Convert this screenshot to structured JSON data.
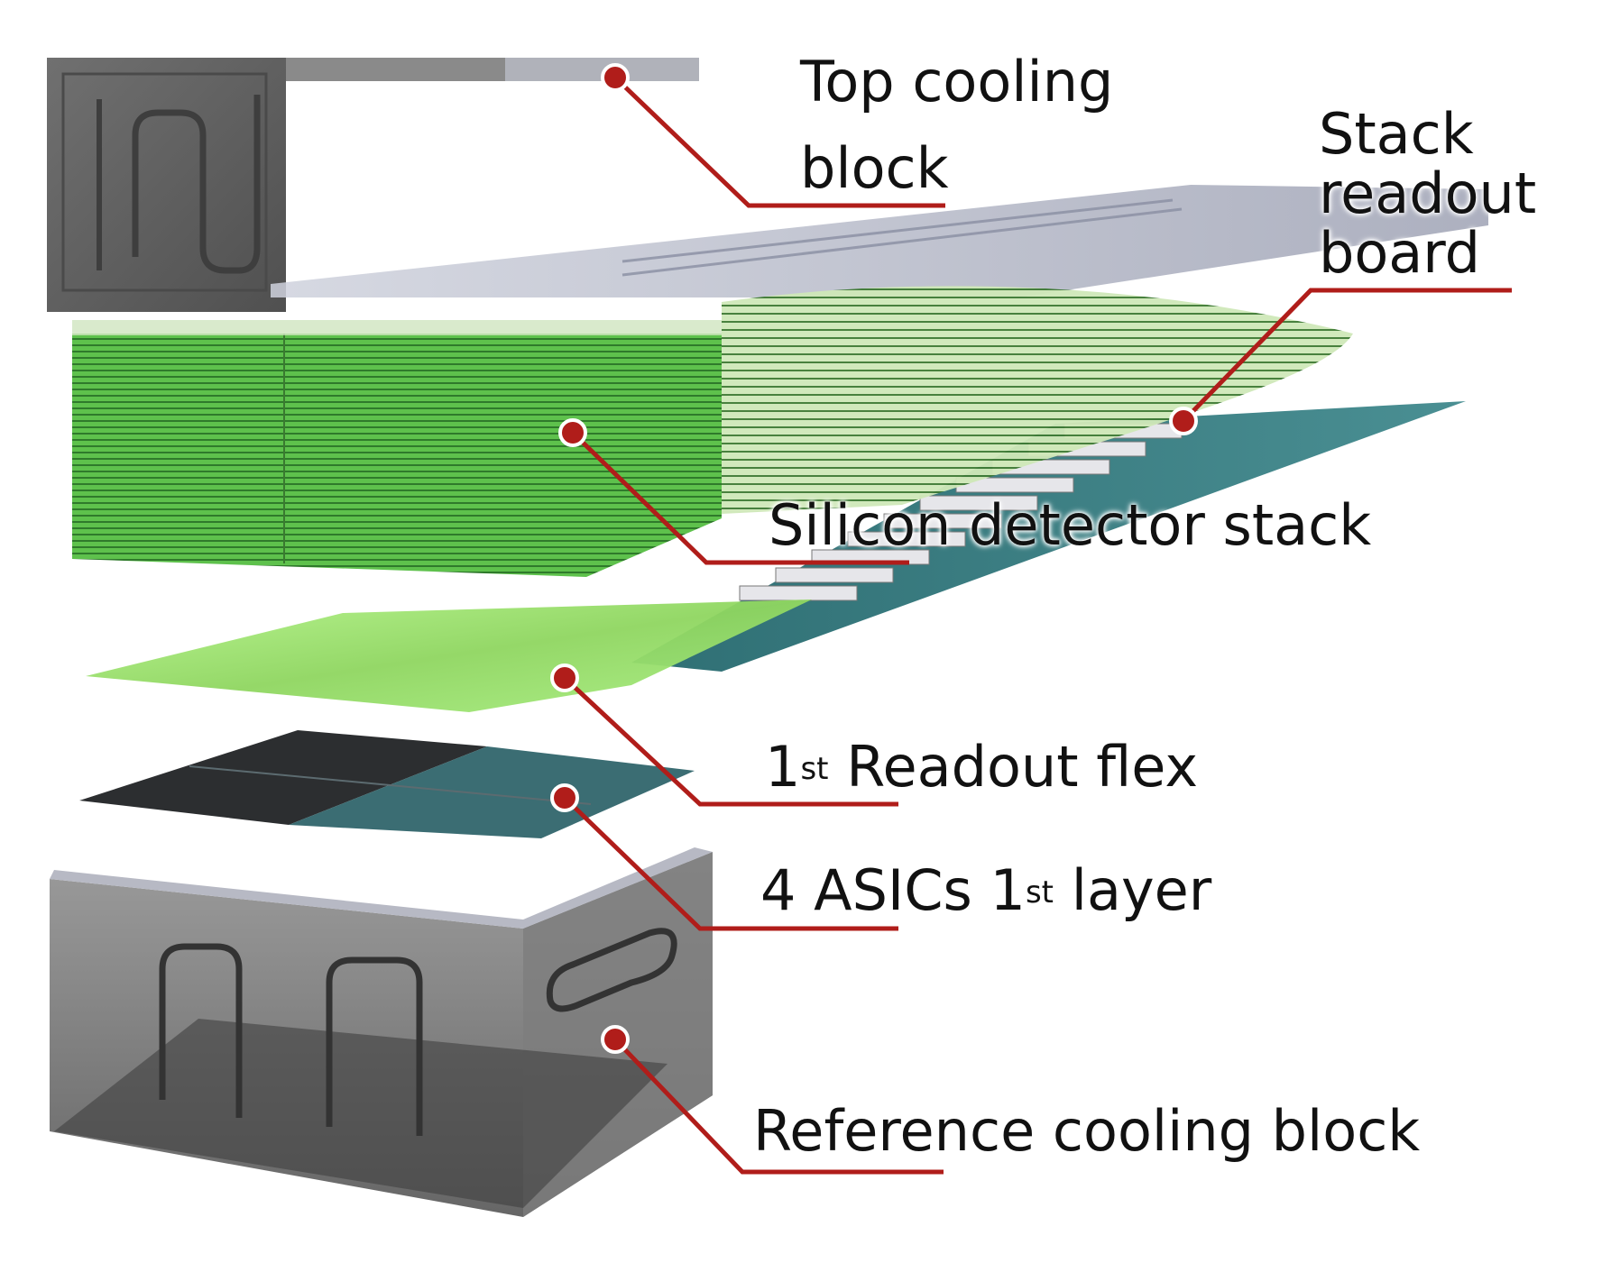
{
  "colors": {
    "callout": "#b01d1a",
    "cooling_block": "#5f5f5f",
    "silicon_green": "#56b84a",
    "flex_green": "#a6f07a",
    "board_teal": "#3f7f82",
    "asic_dark": "#2c2e30"
  },
  "labels": {
    "top_cooling_line1": "Top cooling",
    "top_cooling_line2": "block",
    "stack_readout_line1": "Stack",
    "stack_readout_line2": "readout",
    "stack_readout_line3": "board",
    "silicon_stack": "Silicon detector stack",
    "readout_flex_num": "1",
    "readout_flex_sup": "st",
    "readout_flex_text": " Readout flex",
    "asics_pre": "4 ASICs 1",
    "asics_sup": "st",
    "asics_post": " layer",
    "reference_cooling": "Reference cooling block"
  }
}
